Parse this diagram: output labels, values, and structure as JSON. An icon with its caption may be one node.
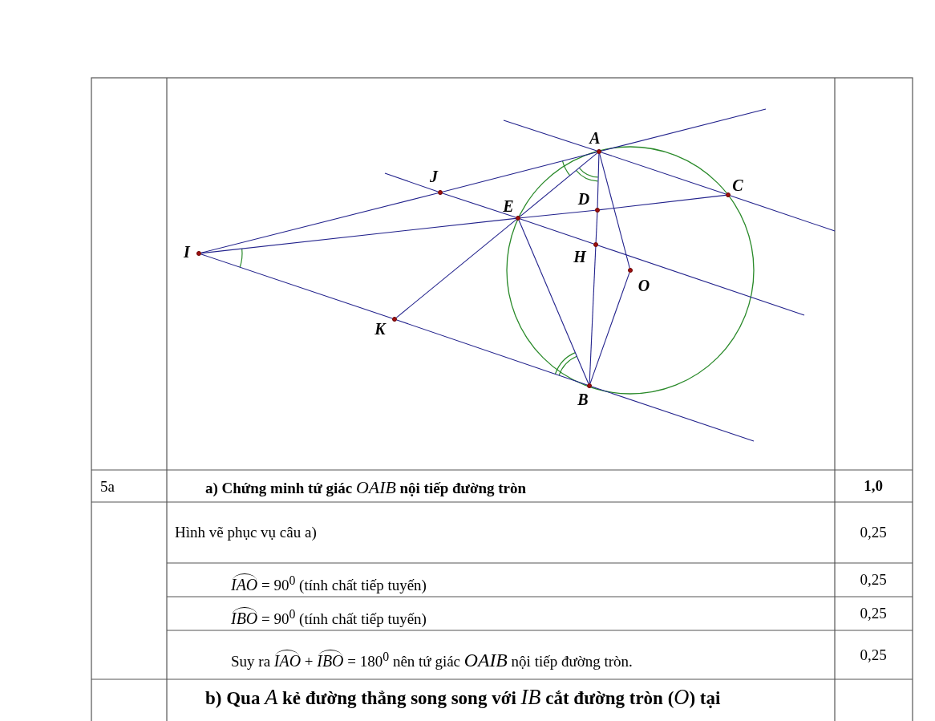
{
  "diagram": {
    "nodes": [
      {
        "text": [],
        "shape": "circle",
        "beside": [
          "I"
        ]
      },
      {
        "text": [],
        "shape": "circle",
        "beside": [
          "K"
        ]
      },
      {
        "text": [],
        "shape": "circle",
        "beside": [
          "J"
        ]
      },
      {
        "text": [],
        "shape": "circle",
        "beside": [
          "E"
        ]
      },
      {
        "text": [],
        "shape": "circle",
        "beside": [
          "B"
        ]
      },
      {
        "text": [],
        "shape": "circle",
        "beside": [
          "H"
        ]
      },
      {
        "text": [],
        "shape": "circle",
        "beside": [
          "D"
        ]
      },
      {
        "text": [],
        "shape": "circle",
        "beside": [
          "A"
        ]
      },
      {
        "text": [],
        "shape": "circle",
        "beside": [
          "O"
        ]
      },
      {
        "text": [],
        "shape": "circle",
        "beside": [
          "C"
        ]
      }
    ],
    "edges": [
      {
        "from": 0,
        "to": 2,
        "arrow": "none"
      },
      {
        "from": 2,
        "to": 7,
        "arrow": "none"
      },
      {
        "from": 7,
        "to": null,
        "arrow": "none"
      },
      {
        "from": 0,
        "to": 3,
        "arrow": "none"
      },
      {
        "from": 3,
        "to": 6,
        "arrow": "none"
      },
      {
        "from": 6,
        "to": 9,
        "arrow": "none"
      },
      {
        "from": 0,
        "to": 1,
        "arrow": "none"
      },
      {
        "from": 1,
        "to": 4,
        "arrow": "none"
      },
      {
        "from": 4,
        "to": null,
        "arrow": "none"
      },
      {
        "from": null,
        "to": 7,
        "arrow": "none"
      },
      {
        "from": 7,
        "to": 9,
        "arrow": "none"
      },
      {
        "from": 9,
        "to": null,
        "arrow": "none"
      },
      {
        "from": null,
        "to": 2,
        "arrow": "none"
      },
      {
        "from": 2,
        "to": 3,
        "arrow": "none"
      },
      {
        "from": 3,
        "to": 5,
        "arrow": "none"
      },
      {
        "from": 5,
        "to": null,
        "arrow": "none"
      },
      {
        "from": 7,
        "to": 3,
        "arrow": "none"
      },
      {
        "from": 3,
        "to": 1,
        "arrow": "none"
      },
      {
        "from": 3,
        "to": 4,
        "arrow": "none"
      },
      {
        "from": 7,
        "to": 6,
        "arrow": "none"
      },
      {
        "from": 6,
        "to": 5,
        "arrow": "none"
      },
      {
        "from": 5,
        "to": 4,
        "arrow": "none"
      },
      {
        "from": 7,
        "to": 8,
        "arrow": "none"
      },
      {
        "from": 8,
        "to": 4,
        "arrow": "none"
      }
    ],
    "labels": [
      "5a",
      "a)  Chứng minh tứ giác *OAIB* nội tiếp đường tròn",
      "1,0",
      "Hình vẽ phục vụ câu a)",
      "0,25",
      "*IAO* = 90$^{0}$ (tính chất tiếp tuyến)",
      "0,25",
      "*IBO* = 90$^{0}$ (tính chất tiếp tuyến)",
      "0,25",
      "Suy ra  *IAO* + *IBO* = 180$^{0}$ nên tứ giác  *OAIB* nội tiếp đường tròn.",
      "0,25",
      "b)  Qua *A* kẻ đường thẳng song song với *IB* cắt đường tròn (*O*) tại"
    ]
  }
}
